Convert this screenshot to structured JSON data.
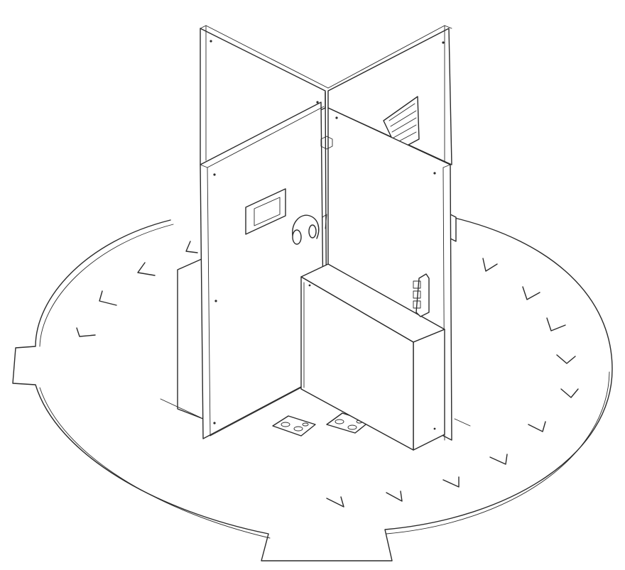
{
  "figure": {
    "subject": "isometric-booth-with-cross-partitions",
    "line_color": "#2a2a2a",
    "background": "#ffffff"
  },
  "parts": {
    "base": "round-platform",
    "partitions": "cross-wall-panels",
    "desk": "counter-shelf",
    "screen": "wall-display",
    "headphones": "headphones-on-hook",
    "sockets": "power-outlets",
    "vent": "air-vent-grille",
    "footprints": "foot-position-markers",
    "chevrons": "direction-chevrons"
  }
}
